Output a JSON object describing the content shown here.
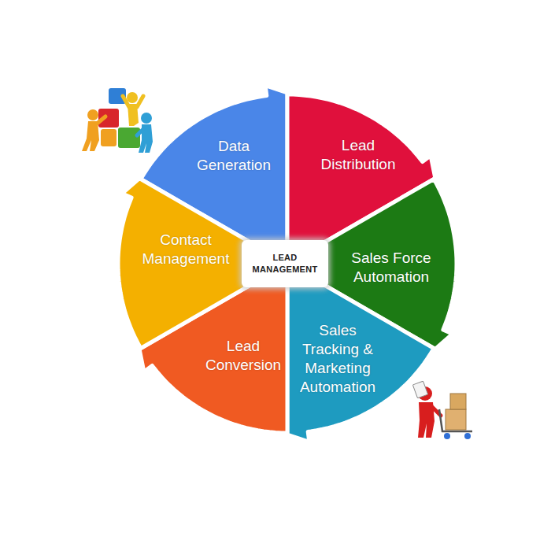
{
  "diagram": {
    "nodes": [
      {
        "text": [
          "Data Generation"
        ]
      },
      {
        "text": [
          "Lead Distribution"
        ]
      },
      {
        "text": [
          "Sales Force Automation"
        ]
      },
      {
        "text": [
          "Sales Tracking & Marketing Automation"
        ]
      },
      {
        "text": [
          "Lead Conversion"
        ]
      },
      {
        "text": [
          "Contact Management"
        ]
      },
      {
        "text": [
          "LEAD MANAGEMENT"
        ]
      }
    ]
  }
}
